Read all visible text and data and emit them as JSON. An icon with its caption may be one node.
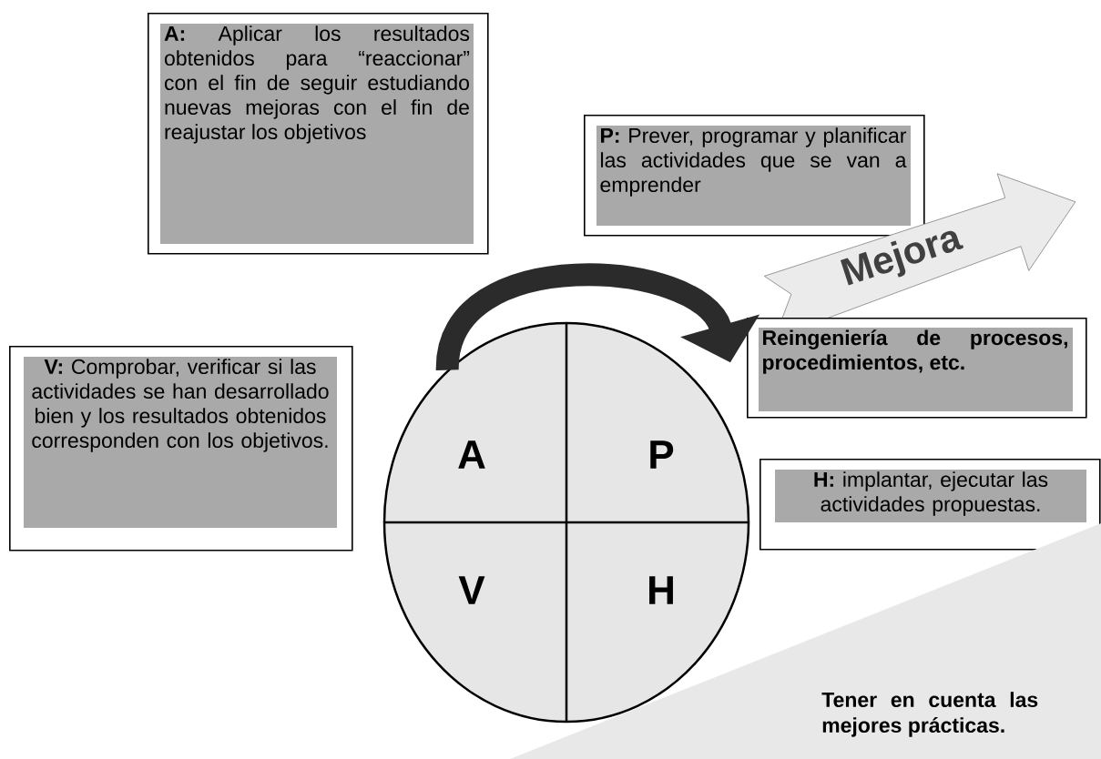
{
  "diagram": {
    "nodes": [
      {
        "text": [
          "**A:** Aplicar los resultados obtenidos para “reaccionar” con el fin de seguir estudiando nuevas mejoras con el fin de reajustar los objetivos"
        ]
      },
      {
        "text": [
          "**P:** Prever, programar y planificar las actividades que se van a emprender"
        ]
      },
      {
        "text": [
          "Mejora"
        ]
      },
      {
        "text": [
          "Reingeniería de procesos, procedimientos, etc."
        ]
      },
      {
        "text": [
          "**V:** Comprobar, verificar si las actividades se han desarrollado bien y los resultados obtenidos corresponden con los objetivos."
        ]
      },
      {
        "text": [],
        "shape": "circle"
      },
      {
        "text": [
          "A"
        ],
        "in": 5
      },
      {
        "text": [
          "P"
        ],
        "in": 5
      },
      {
        "text": [
          "V"
        ],
        "in": 5
      },
      {
        "text": [
          "H"
        ],
        "in": 5
      },
      {
        "text": [
          "**H:** implantar, ejecutar las actividades propuestas."
        ]
      },
      {
        "text": [
          "Tener en cuenta las mejores prácticas."
        ]
      }
    ],
    "edges": [
      {
        "from": 5,
        "to": 3,
        "arrow": "to"
      }
    ]
  }
}
